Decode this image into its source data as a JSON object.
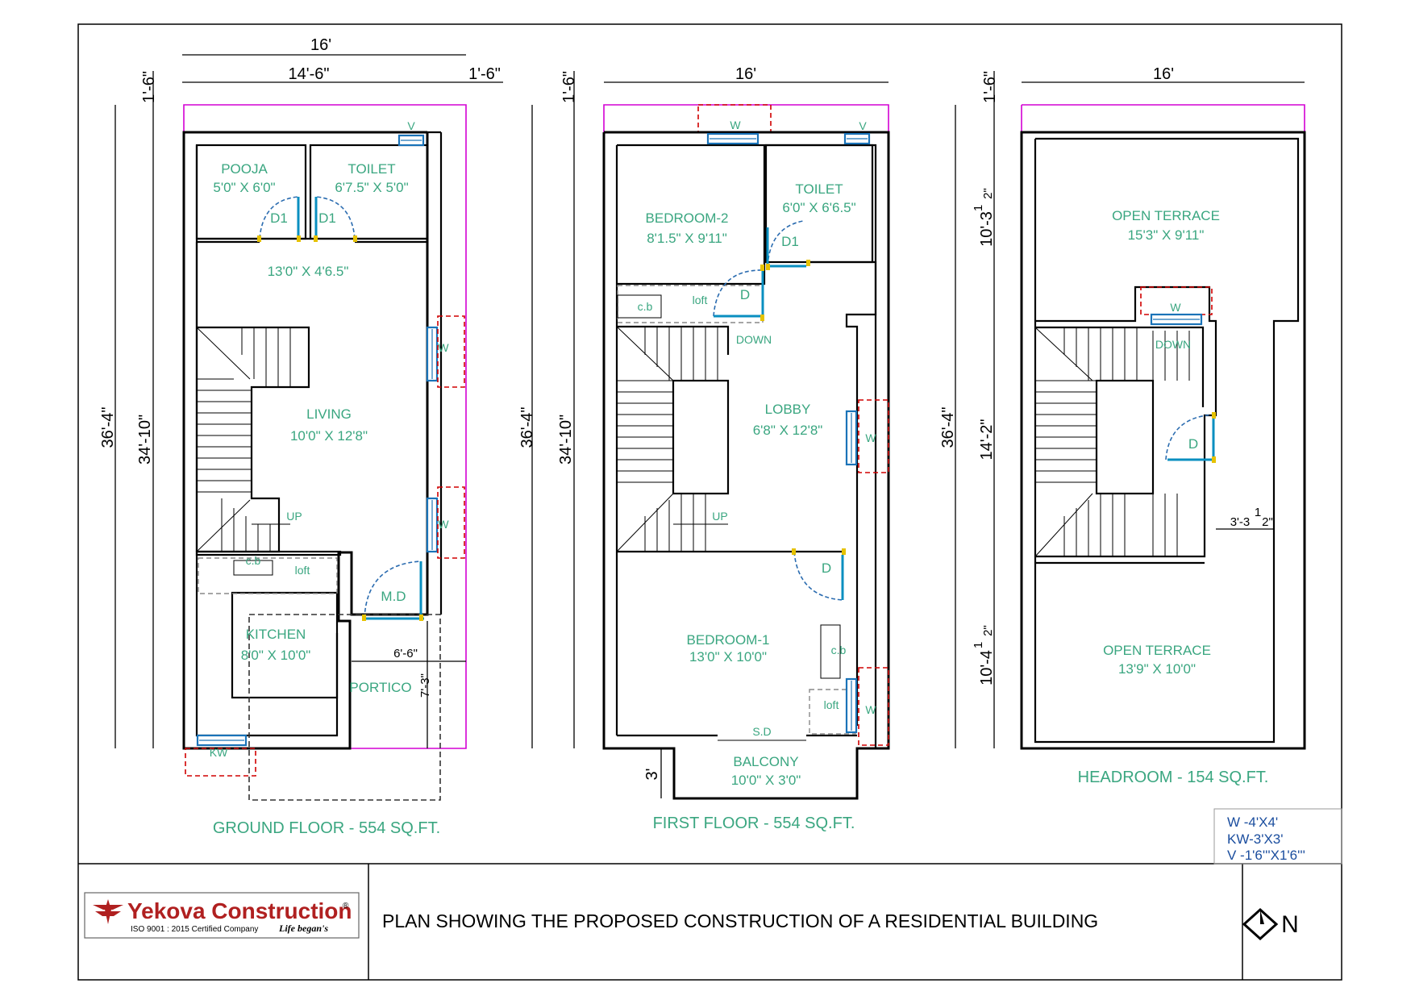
{
  "ground_floor": {
    "caption": "GROUND FLOOR - 554 SQ.FT.",
    "dims": {
      "top_total": "16'",
      "top_main": "14'-6\"",
      "top_side": "1'-6\"",
      "left_offset": "1'-6\"",
      "outer_height": "36'-4\"",
      "inner_height": "34'-10\"",
      "portico_w": "6'-6\"",
      "portico_h": "7'-3\""
    },
    "rooms": [
      {
        "name": "POOJA",
        "size": "5'0\" X 6'0\""
      },
      {
        "name": "TOILET",
        "size": "6'7.5\" X 5'0\""
      },
      {
        "name": "",
        "size": "13'0\" X 4'6.5\""
      },
      {
        "name": "LIVING",
        "size": "10'0\" X 12'8\""
      },
      {
        "name": "KITCHEN",
        "size": "8'0\" X 10'0\""
      },
      {
        "name": "PORTICO",
        "size": ""
      }
    ],
    "labels": {
      "d1a": "D1",
      "d1b": "D1",
      "md": "M.D",
      "up": "UP",
      "loft": "loft",
      "cb": "c.b",
      "w1": "W",
      "w2": "W",
      "v": "V",
      "kw": "KW"
    }
  },
  "first_floor": {
    "caption": "FIRST FLOOR - 554 SQ.FT.",
    "dims": {
      "top_total": "16'",
      "left_offset": "1'-6\"",
      "outer_height": "36'-4\"",
      "inner_height": "34'-10\"",
      "balcony_d": "3'"
    },
    "rooms": [
      {
        "name": "BEDROOM-2",
        "size": "8'1.5\" X 9'11\""
      },
      {
        "name": "TOILET",
        "size": "6'0\" X 6'6.5\""
      },
      {
        "name": "LOBBY",
        "size": "6'8\" X 12'8\""
      },
      {
        "name": "BEDROOM-1",
        "size": "13'0\" X 10'0\""
      },
      {
        "name": "BALCONY",
        "size": "10'0\" X 3'0\""
      }
    ],
    "labels": {
      "d1": "D1",
      "d_bed2": "D",
      "d_bed1": "D",
      "down": "DOWN",
      "up": "UP",
      "loft1": "loft",
      "loft2": "loft",
      "cb1": "c.b",
      "cb2": "c.b",
      "sd": "S.D",
      "w_top": "W",
      "v": "V",
      "w1": "W",
      "w2": "W"
    }
  },
  "headroom": {
    "caption": "HEADROOM - 154 SQ.FT.",
    "dims": {
      "top_total": "16'",
      "left_offset": "1'-6\"",
      "outer_height": "36'-4\"",
      "seg1": "10'-3",
      "seg1_frac": "1",
      "seg1_den": "2\"",
      "seg2": "14'-2\"",
      "seg3": "10'-4",
      "seg3_frac": "1",
      "seg3_den": "2\"",
      "door_gap": "3'-3",
      "door_gap_frac": "1",
      "door_gap_den": "2\""
    },
    "rooms": [
      {
        "name": "OPEN TERRACE",
        "size": "15'3\" X 9'11\""
      },
      {
        "name": "OPEN TERRACE",
        "size": "13'9\" X 10'0\""
      }
    ],
    "labels": {
      "w": "W",
      "down": "DOWN",
      "d": "D"
    }
  },
  "legend": [
    "W  -4'X4'",
    "KW-3'X3'",
    "V  -1'6'''X1'6'''"
  ],
  "title_block": {
    "company": "Yekova Construction",
    "registered": "®",
    "iso": "ISO 9001 : 2015 Certified Company",
    "tagline": "Life began's",
    "plan_title": "PLAN SHOWING THE PROPOSED CONSTRUCTION  OF A RESIDENTIAL BUILDING",
    "north": "N"
  },
  "colors": {
    "label": "#3aa680",
    "site_line": "#d400d4",
    "window": "#1a73b8",
    "brand": "#b02020"
  }
}
